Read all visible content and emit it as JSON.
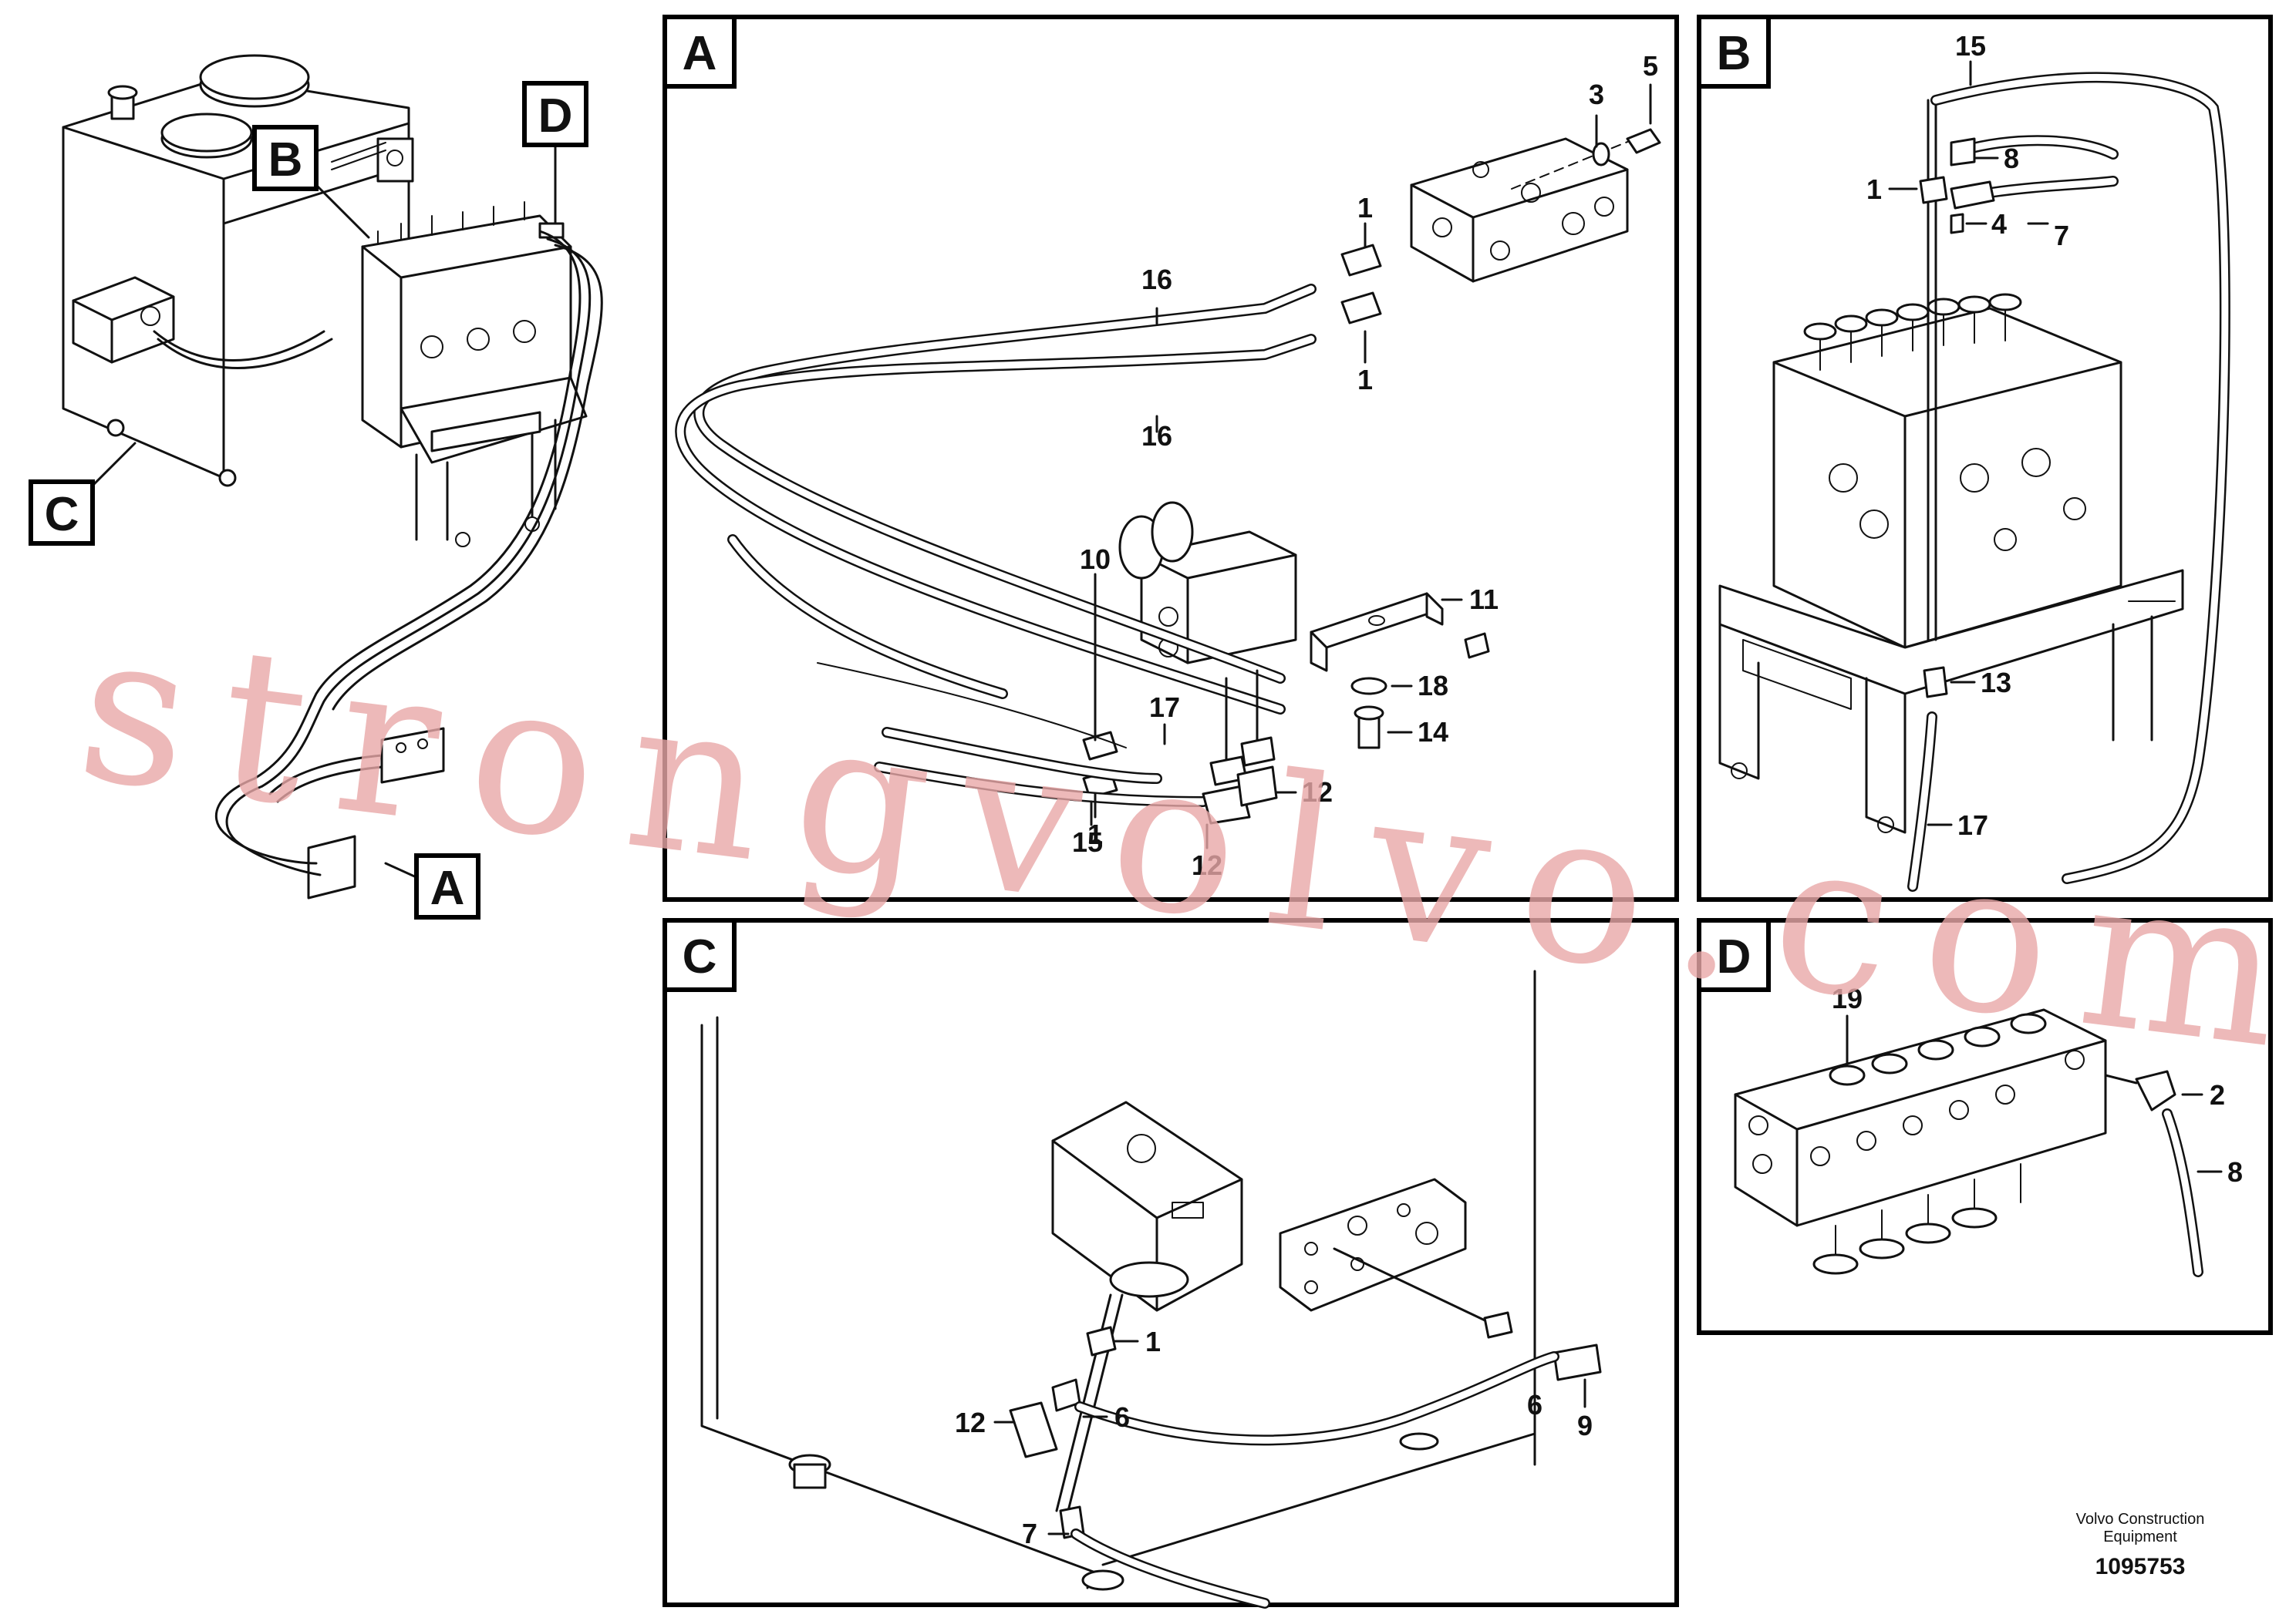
{
  "overview": {
    "labels": {
      "a": "A",
      "b": "B",
      "c": "C",
      "d": "D"
    }
  },
  "panels": {
    "A": {
      "letter": "A",
      "callouts": {
        "c1a": "1",
        "c1b": "1",
        "c1c": "1",
        "c3": "3",
        "c5": "5",
        "c16a": "16",
        "c16b": "16",
        "c10": "10",
        "c11": "11",
        "c18": "18",
        "c14": "14",
        "c17": "17",
        "c12a": "12",
        "c12b": "12",
        "c15": "15"
      }
    },
    "B": {
      "letter": "B",
      "callouts": {
        "c15": "15",
        "c8": "8",
        "c1": "1",
        "c4": "4",
        "c7": "7",
        "c13": "13",
        "c17": "17"
      }
    },
    "C": {
      "letter": "C",
      "callouts": {
        "c1": "1",
        "c12": "12",
        "c6a": "6",
        "c7": "7",
        "c6b": "6",
        "c9": "9"
      }
    },
    "D": {
      "letter": "D",
      "callouts": {
        "c19": "19",
        "c2": "2",
        "c8": "8"
      }
    }
  },
  "watermark": "strongvolvo.com",
  "footer": {
    "company_line1": "Volvo Construction",
    "company_line2": "Equipment",
    "drawing_number": "1095753"
  },
  "colors": {
    "line": "#111111",
    "watermark": "#e8a8a8"
  }
}
